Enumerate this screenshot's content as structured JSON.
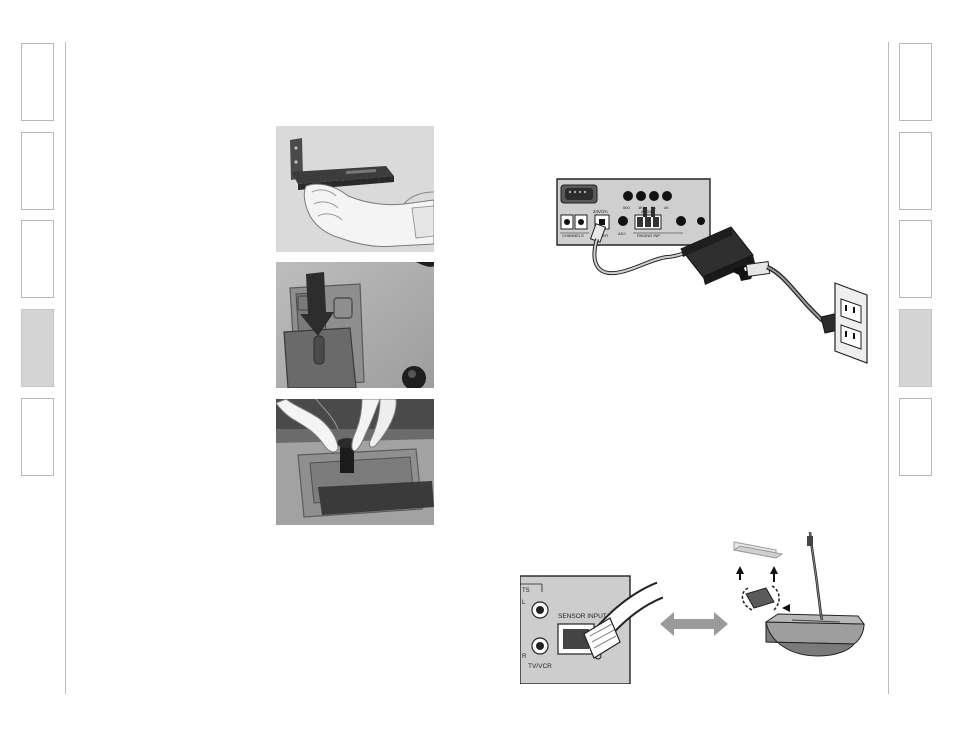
{
  "left_tabs": [
    {
      "active": false
    },
    {
      "active": false
    },
    {
      "active": false
    },
    {
      "active": true
    },
    {
      "active": false
    }
  ],
  "right_tabs": [
    {
      "active": false
    },
    {
      "active": false
    },
    {
      "active": false
    },
    {
      "active": true
    },
    {
      "active": false
    }
  ],
  "power_diagram": {
    "labels": {
      "channels": "CHANNELS",
      "voltage": "24V/2A",
      "power": "POWER",
      "adj": "ADJ",
      "knob1": "500",
      "knob2": "1K",
      "knob3": "2K",
      "knob4": "4K",
      "audio": "AUDIO",
      "paging": "PAGING INP"
    }
  },
  "sensor_diagram": {
    "labels": {
      "sensor_input": "SENSOR INPUT",
      "tv_vcr": "TV/VCR",
      "partial_top": "TS",
      "partial_l": "L",
      "partial_r": "R"
    }
  },
  "colors": {
    "tab_active": "#d4d4d4",
    "tab_border": "#b8b8b8",
    "photo_bg": "#d9d9d9"
  }
}
